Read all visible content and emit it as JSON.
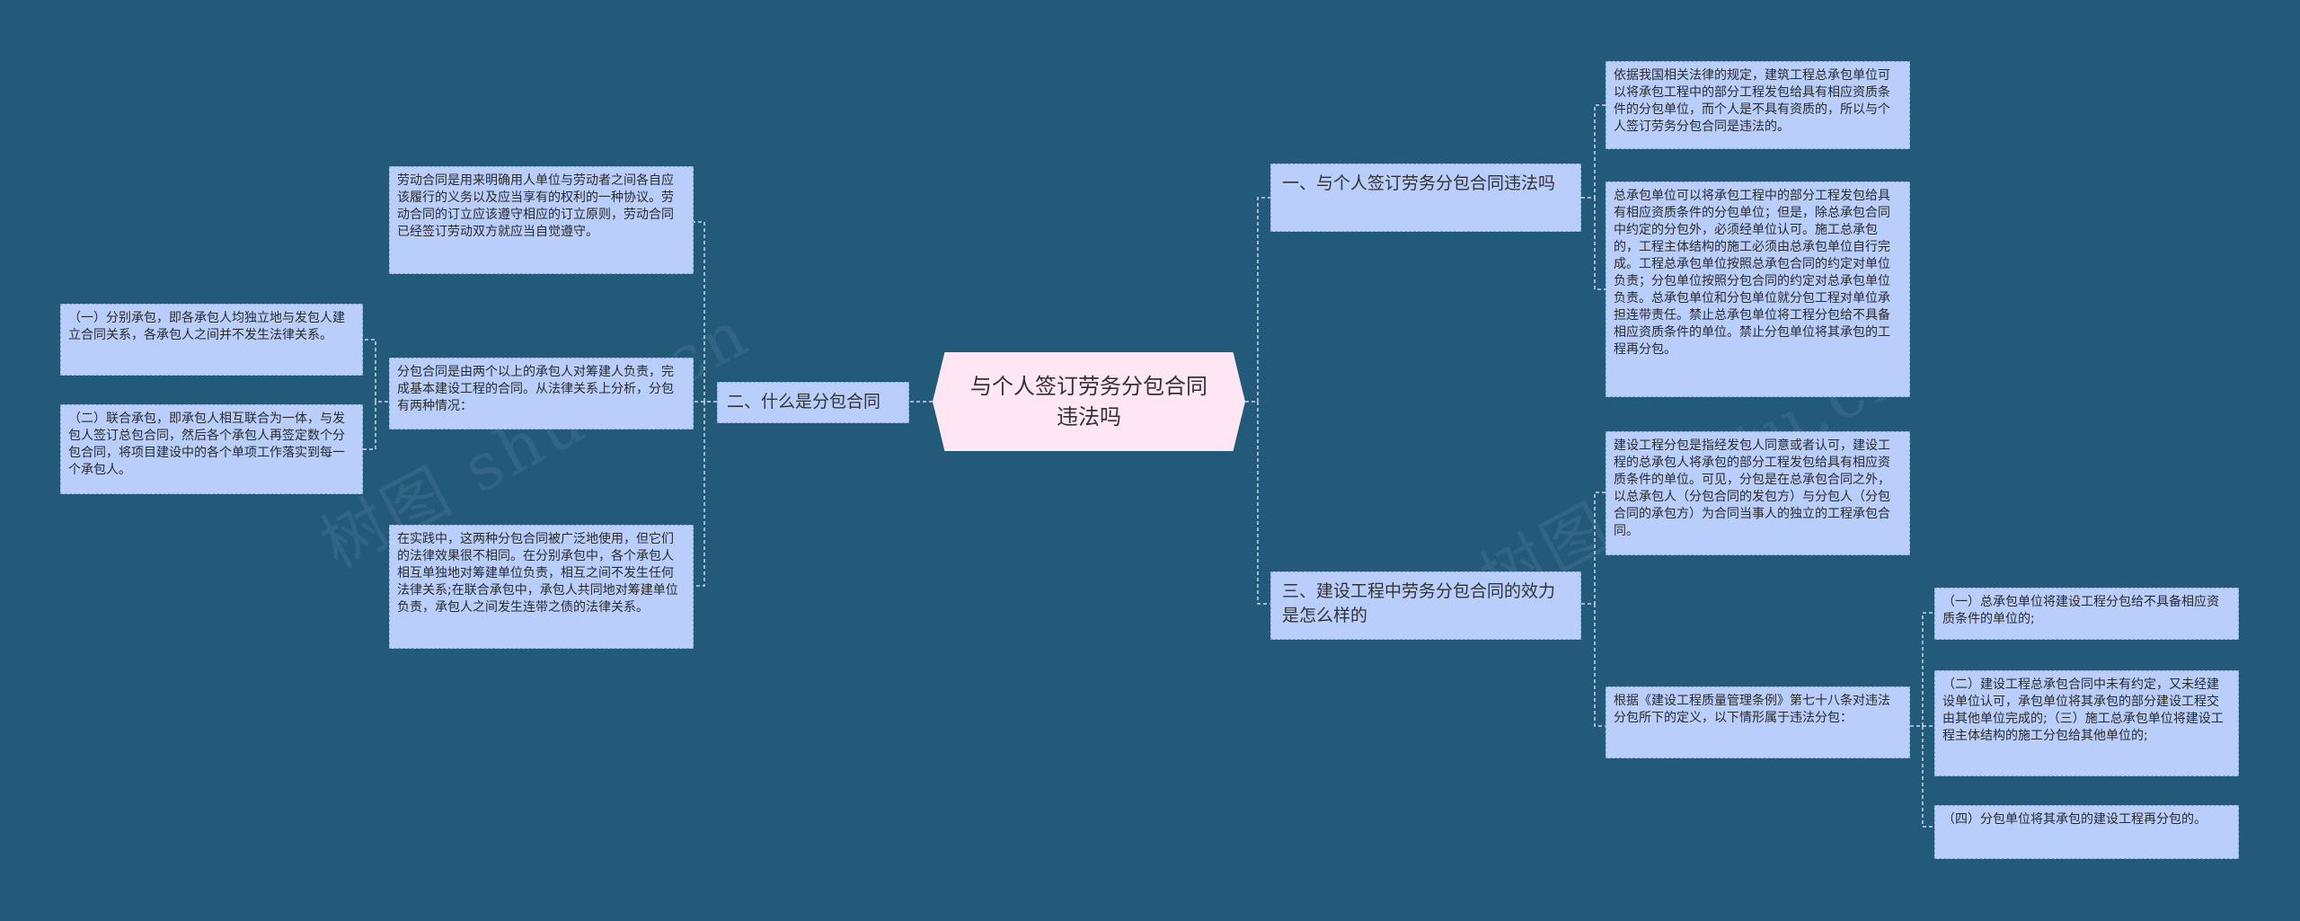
{
  "root": {
    "title": "与个人签订劳务分包合同违法吗"
  },
  "branches": {
    "b1": {
      "label": "一、与个人签订劳务分包合同违法吗"
    },
    "b2": {
      "label": "二、什么是分包合同"
    },
    "b3": {
      "label": "三、建设工程中劳务分包合同的效力是怎么样的"
    }
  },
  "leaves": {
    "b1_1": "依据我国相关法律的规定，建筑工程总承包单位可以将承包工程中的部分工程发包给具有相应资质条件的分包单位，而个人是不具有资质的，所以与个人签订劳务分包合同是违法的。",
    "b1_2": "总承包单位可以将承包工程中的部分工程发包给具有相应资质条件的分包单位；但是，除总承包合同中约定的分包外，必须经单位认可。施工总承包的，工程主体结构的施工必须由总承包单位自行完成。工程总承包单位按照总承包合同的约定对单位负责；分包单位按照分包合同的约定对总承包单位负责。总承包单位和分包单位就分包工程对单位承担连带责任。禁止总承包单位将工程分包给不具备相应资质条件的单位。禁止分包单位将其承包的工程再分包。",
    "b2_1": "劳动合同是用来明确用人单位与劳动者之间各自应该履行的义务以及应当享有的权利的一种协议。劳动合同的订立应该遵守相应的订立原则，劳动合同已经签订劳动双方就应当自觉遵守。",
    "b2_2": "分包合同是由两个以上的承包人对筹建人负责，完成基本建设工程的合同。从法律关系上分析，分包有两种情况：",
    "b2_2a": "（一）分别承包，即各承包人均独立地与发包人建立合同关系，各承包人之间并不发生法律关系。",
    "b2_2b": "（二）联合承包，即承包人相互联合为一体，与发包人签订总包合同，然后各个承包人再签定数个分包合同，将项目建设中的各个单项工作落实到每一个承包人。",
    "b2_3": "在实践中，这两种分包合同被广泛地使用，但它们的法律效果很不相同。在分别承包中，各个承包人相互单独地对筹建单位负责，相互之间不发生任何法律关系;在联合承包中，承包人共同地对筹建单位负责，承包人之间发生连带之债的法律关系。",
    "b3_1": "建设工程分包是指经发包人同意或者认可，建设工程的总承包人将承包的部分工程发包给具有相应资质条件的单位。可见，分包是在总承包合同之外，以总承包人（分包合同的发包方）与分包人（分包合同的承包方）为合同当事人的独立的工程承包合同。",
    "b3_2": "根据《建设工程质量管理条例》第七十八条对违法分包所下的定义，以下情形属于违法分包：",
    "b3_2a": "（一）总承包单位将建设工程分包给不具备相应资质条件的单位的;",
    "b3_2b": "（二）建设工程总承包合同中未有约定，又未经建设单位认可，承包单位将其承包的部分建设工程交由其他单位完成的;（三）施工总承包单位将建设工程主体结构的施工分包给其他单位的;",
    "b3_2c": "（四）分包单位将其承包的建设工程再分包的。"
  },
  "watermark": [
    "树图 shutu.cn",
    "树图 shutu.cn"
  ],
  "colors": {
    "background": "#235a7a",
    "node_fill": "#b9cefb",
    "root_fill": "#ffe6f5",
    "connector": "#c9d6ee"
  }
}
